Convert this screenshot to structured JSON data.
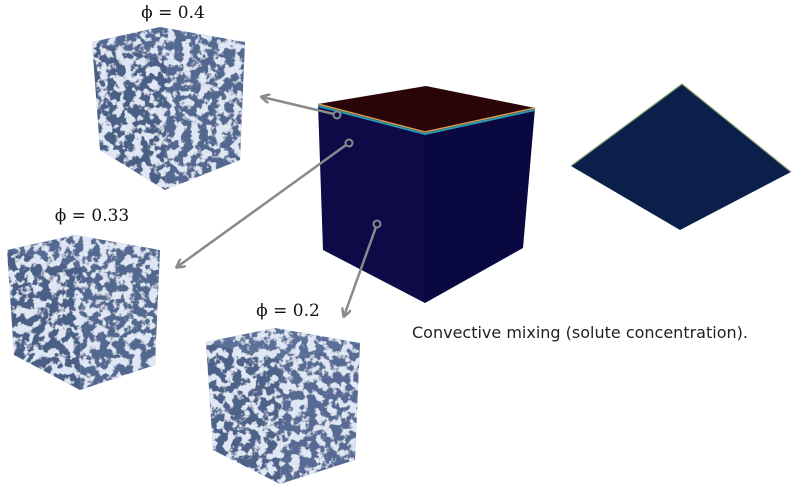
{
  "labels": {
    "phi_04": "ϕ = 0.4",
    "phi_033": "ϕ = 0.33",
    "phi_02": "ϕ = 0.2"
  },
  "caption": "Convective mixing (solute concentration).",
  "colors": {
    "porous": "#4a5f86",
    "cube_top": "#2a0508",
    "cube_side": "#0c0a45",
    "plane": "#0a1f4a",
    "arrow": "#8a8a8a"
  }
}
